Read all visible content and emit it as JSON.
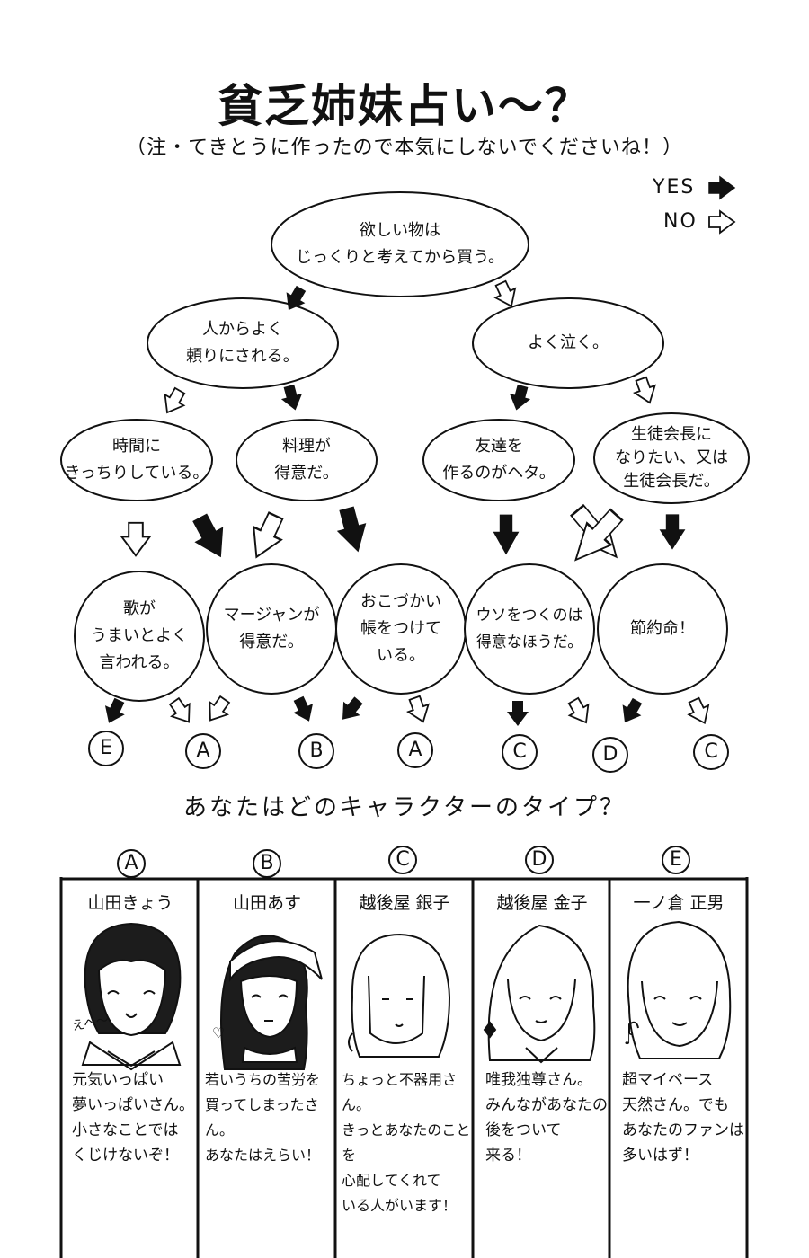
{
  "title": "貧乏姉妹占い〜？",
  "subtitle": "（注・てきとうに作ったので本気にしないでくださいね！）",
  "legend": {
    "yes": "YES",
    "no": "NO"
  },
  "nodes": {
    "start": "欲しい物は\nじっくりと考えてから買う。",
    "l2_left": "人からよく\n頼りにされる。",
    "l2_right": "よく泣く。",
    "l3_1": "時間に\nきっちりしている。",
    "l3_2": "料理が\n得意だ。",
    "l3_3": "友達を\n作るのがヘタ。",
    "l3_4": "生徒会長に\nなりたい、又は\n生徒会長だ。",
    "l4_1": "歌が\nうまいとよく\n言われる。",
    "l4_2": "マージャンが\n得意だ。",
    "l4_3": "おこづかい\n帳をつけて\nいる。",
    "l4_4": "ウソをつくのは\n得意なほうだ。",
    "l4_5": "節約命！"
  },
  "results": [
    "E",
    "A",
    "B",
    "A",
    "C",
    "D",
    "C"
  ],
  "question": "あなたはどのキャラクターのタイプ？",
  "characters": [
    {
      "letter": "A",
      "name": "山田きょう",
      "desc": "元気いっぱい\n夢いっぱいさん。\n小さなことでは\nくじけないぞ！",
      "exclaim": "えへ〜"
    },
    {
      "letter": "B",
      "name": "山田あす",
      "desc": "若いうちの苦労を\n買ってしまったさん。\nあなたはえらい！",
      "exclaim": ""
    },
    {
      "letter": "C",
      "name": "越後屋 銀子",
      "desc": "ちょっと不器用さん。\nきっとあなたのことを\n心配してくれて\nいる人がいます！",
      "exclaim": ""
    },
    {
      "letter": "D",
      "name": "越後屋 金子",
      "desc": "唯我独尊さん。\nみんながあなたの\n後をついて\n来る！",
      "exclaim": ""
    },
    {
      "letter": "E",
      "name": "一ノ倉 正男",
      "desc": "超マイペース\n天然さん。でも\nあなたのファンは\n多いはず！",
      "exclaim": ""
    }
  ]
}
